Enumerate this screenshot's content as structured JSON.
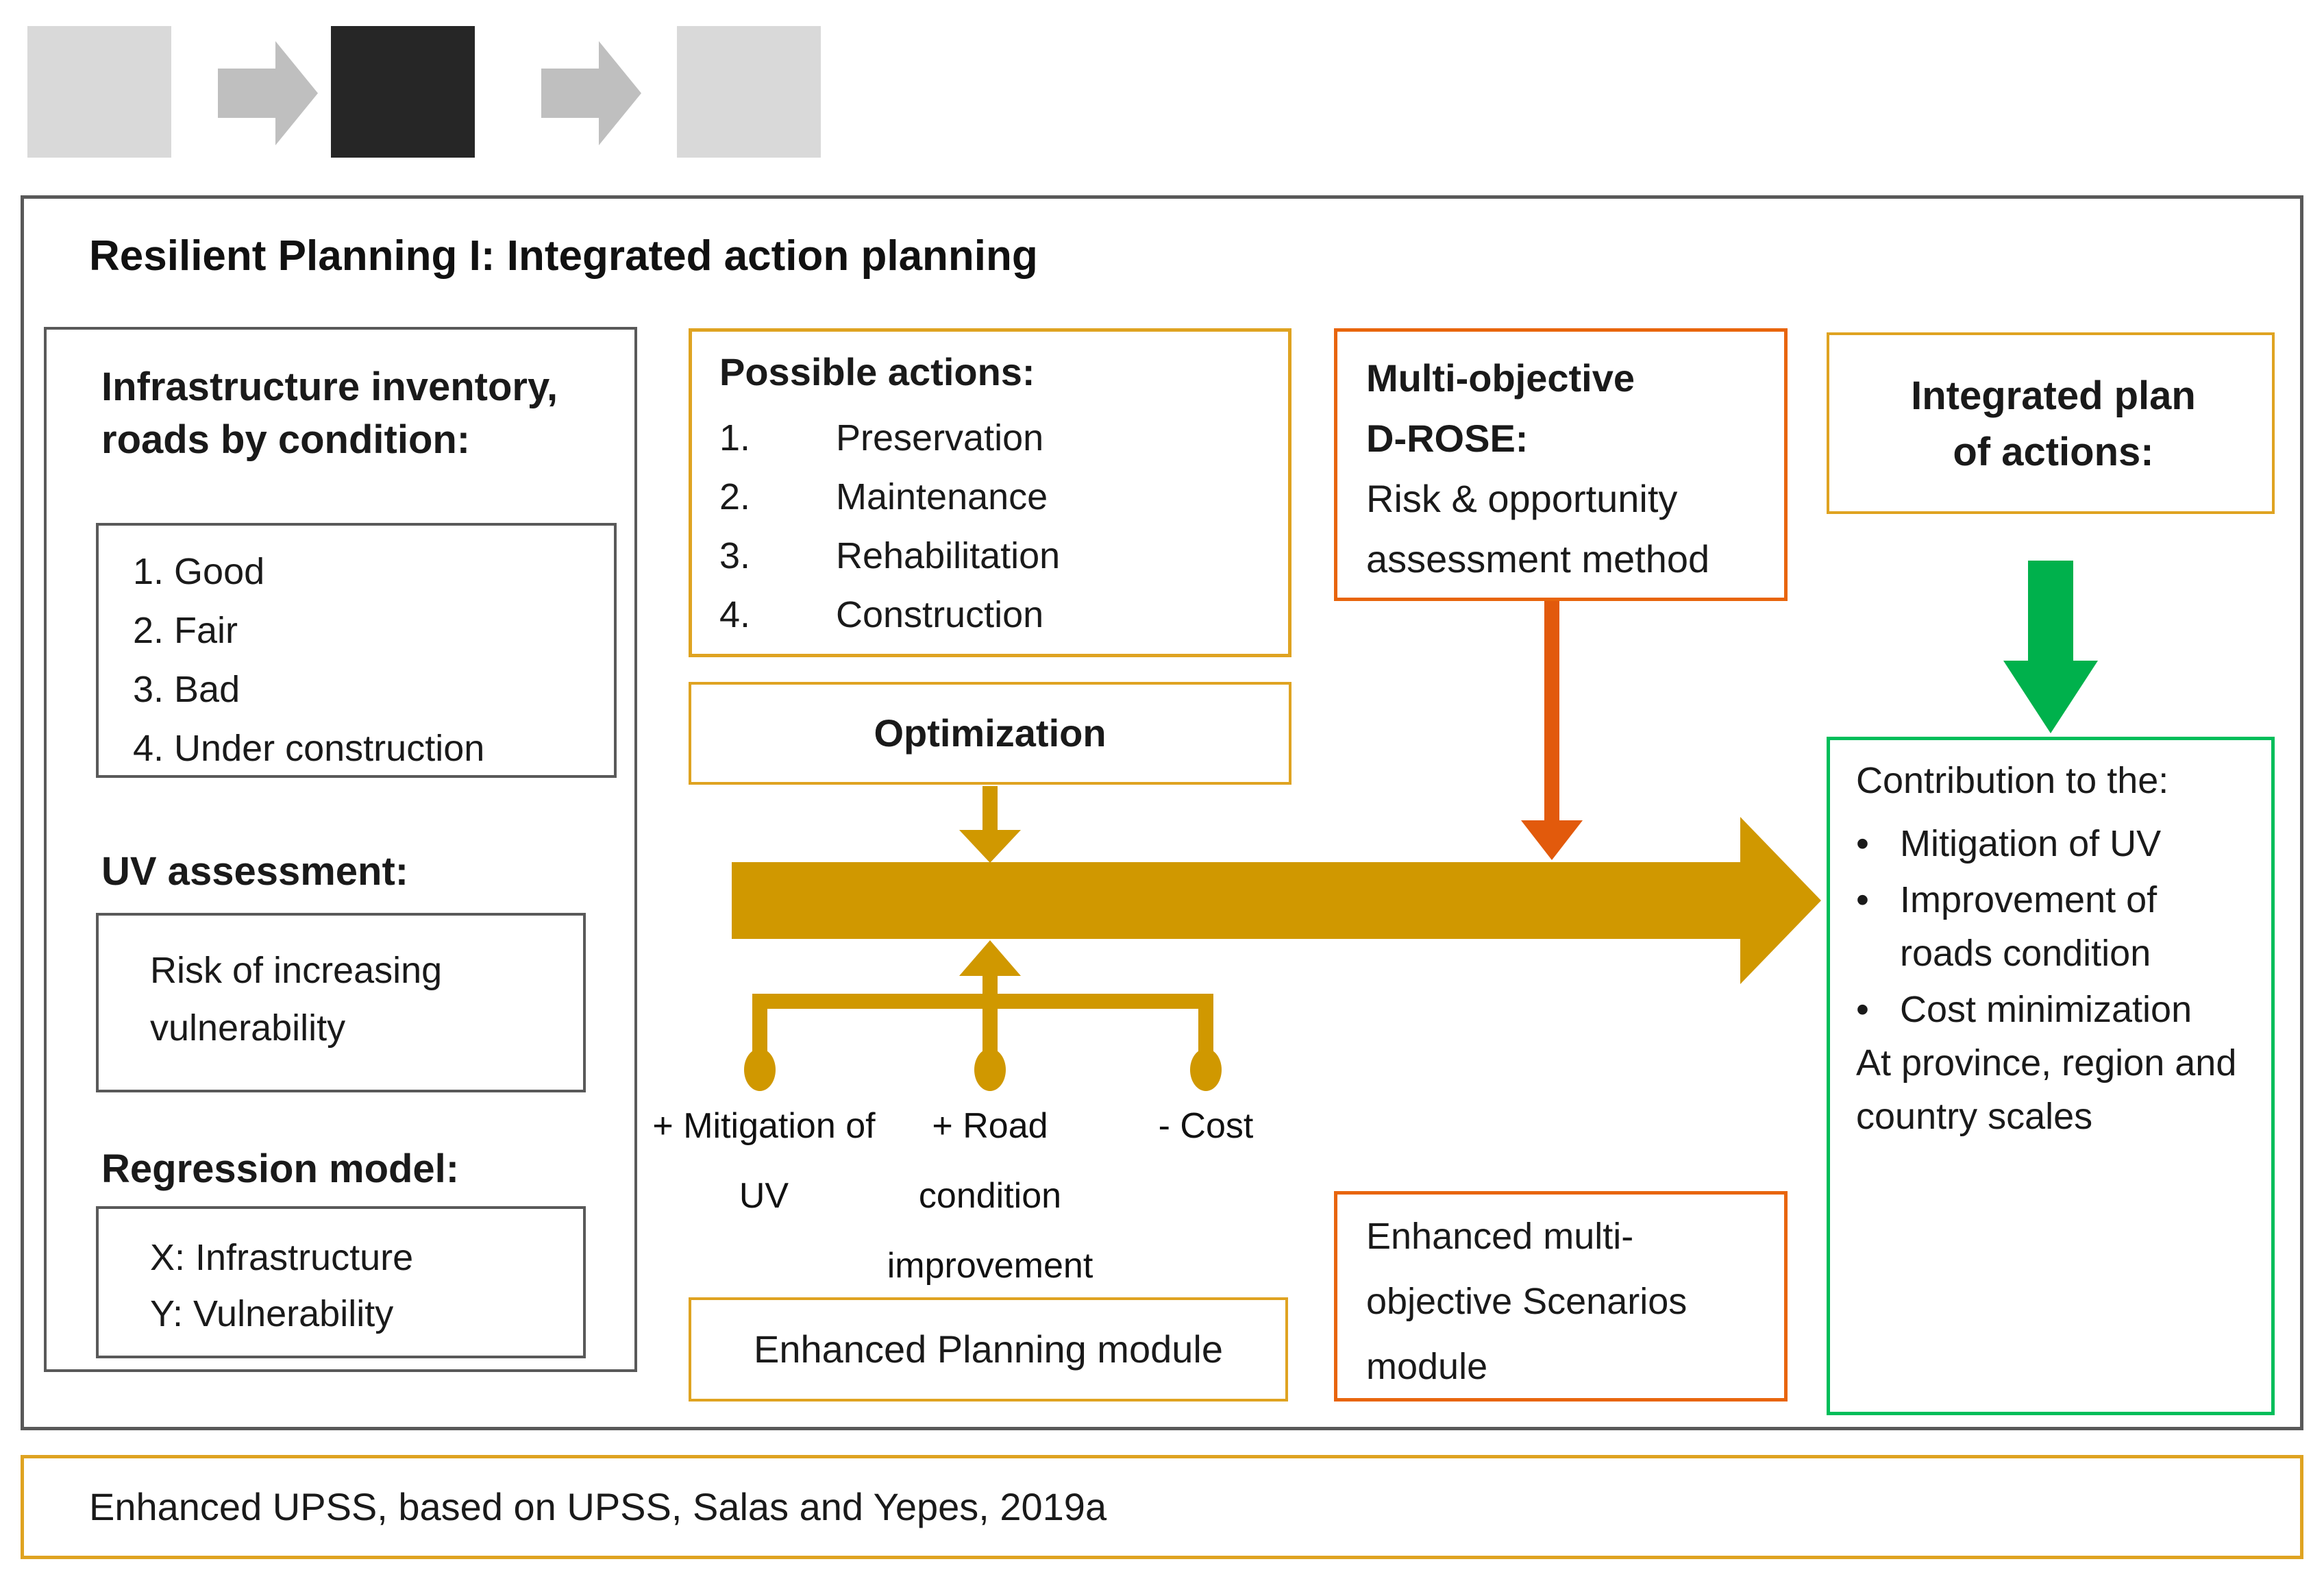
{
  "title": "Resilient Planning I: Integrated action planning",
  "progress": {
    "steps": [
      {
        "state": "inactive"
      },
      {
        "state": "active"
      },
      {
        "state": "inactive"
      }
    ]
  },
  "inventory_panel": {
    "heading": "Infrastructure inventory, roads by condition:",
    "conditions": [
      "1. Good",
      "2. Fair",
      "3. Bad",
      "4. Under construction"
    ],
    "uv_heading": "UV assessment:",
    "uv_text": "Risk of increasing vulnerability",
    "regression_heading": "Regression model:",
    "regression_x": "X: Infrastructure",
    "regression_y": "Y: Vulnerability"
  },
  "possible_actions": {
    "heading": "Possible actions:",
    "items": [
      {
        "num": "1.",
        "label": "Preservation"
      },
      {
        "num": "2.",
        "label": "Maintenance"
      },
      {
        "num": "3.",
        "label": "Rehabilitation"
      },
      {
        "num": "4.",
        "label": "Construction"
      }
    ]
  },
  "optimization_label": "Optimization",
  "drose": {
    "title_line1": "Multi-objective",
    "title_line2": "D-ROSE:",
    "description": "Risk & opportunity assessment method"
  },
  "objectives": {
    "mitigation": "+ Mitigation of UV",
    "road": "+ Road condition improvement",
    "cost": "- Cost"
  },
  "planning_module_label": "Enhanced Planning module",
  "scenarios_module_label": "Enhanced multi-objective Scenarios module",
  "integrated_plan_label": "Integrated plan of actions:",
  "contribution": {
    "heading": "Contribution to the:",
    "bullets": [
      "Mitigation of UV",
      "Improvement of roads condition",
      "Cost minimization"
    ],
    "scales_note": "At province, region and country scales"
  },
  "footer_caption": "Enhanced UPSS, based on UPSS, Salas and Yepes, 2019a",
  "colors": {
    "gold_border": "#DFA321",
    "gold_arrow": "#D09800",
    "orange_border": "#E8650C",
    "orange_arrow": "#E25A0C",
    "green_arrow": "#00B14C",
    "green_border": "#00BE5A",
    "gray_border": "#595959",
    "step_inactive": "#D9D9D9",
    "step_active": "#262626",
    "step_arrow": "#BFBFBF"
  }
}
